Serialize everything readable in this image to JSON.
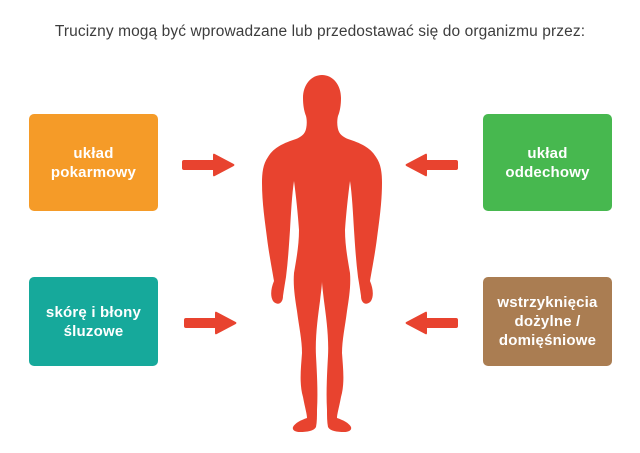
{
  "title": "Trucizny mogą być wprowadzane lub przedostawać się do organizmu przez:",
  "colors": {
    "red": "#E8432F",
    "orange": "#F59B28",
    "green": "#47B84F",
    "teal": "#16A99B",
    "brown": "#AA7D52",
    "title_text": "#3D3D3D",
    "box_text": "#FFFFFF"
  },
  "figure": {
    "name": "human-body-silhouette"
  },
  "boxes": [
    {
      "id": "uklad-pokarmowy",
      "label": "układ pokarmowy",
      "color": "#F59B28",
      "position": "top-left"
    },
    {
      "id": "uklad-oddechowy",
      "label": "układ oddechowy",
      "color": "#47B84F",
      "position": "top-right"
    },
    {
      "id": "skora-blony",
      "label": "skórę i błony śluzowe",
      "color": "#16A99B",
      "position": "bottom-left"
    },
    {
      "id": "wstrzykniecia",
      "label": "wstrzyknięcia dożylne / domięśniowe",
      "color": "#AA7D52",
      "position": "bottom-right"
    }
  ],
  "arrows": [
    {
      "direction": "right",
      "position": "top-left"
    },
    {
      "direction": "left",
      "position": "top-right"
    },
    {
      "direction": "right",
      "position": "bottom-left"
    },
    {
      "direction": "left",
      "position": "bottom-right"
    }
  ]
}
